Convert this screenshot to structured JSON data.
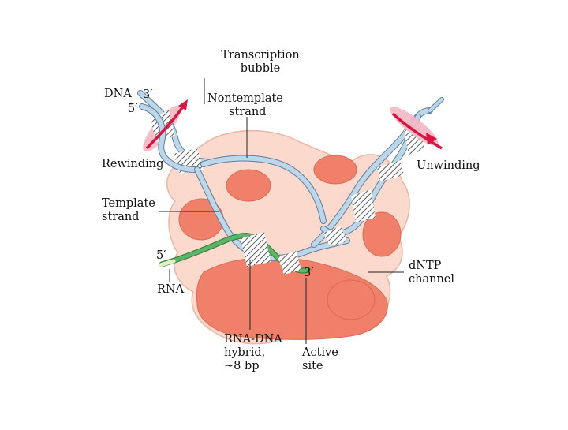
{
  "labels": {
    "transcription_bubble": [
      "Transcription",
      "bubble"
    ],
    "dna": "DNA",
    "dna_3prime": "3′",
    "dna_5prime": "5′",
    "nontemplate_strand": [
      "Nontemplate",
      "strand"
    ],
    "rewinding": "Rewinding",
    "unwinding": "Unwinding",
    "template_strand": [
      "Template",
      "strand"
    ],
    "rna_5prime": "5′",
    "rna": "RNA",
    "rna_3prime": "3′",
    "dntp_channel": [
      "dNTP",
      "channel"
    ],
    "rna_dna_hybrid": [
      "RNA-DNA",
      "hybrid,",
      "~8 bp"
    ],
    "active_site": [
      "Active",
      "site"
    ]
  },
  "colors": {
    "polymerase_light": "#fbd9cc",
    "polymerase_dark": "#f1806a",
    "dna_strand": "#bcd6ea",
    "dna_outline": "#5f7f9c",
    "rna_strand": "#5db366",
    "rotation_disk": "#f4b8c4",
    "rotation_arrow": "#d8143f"
  }
}
